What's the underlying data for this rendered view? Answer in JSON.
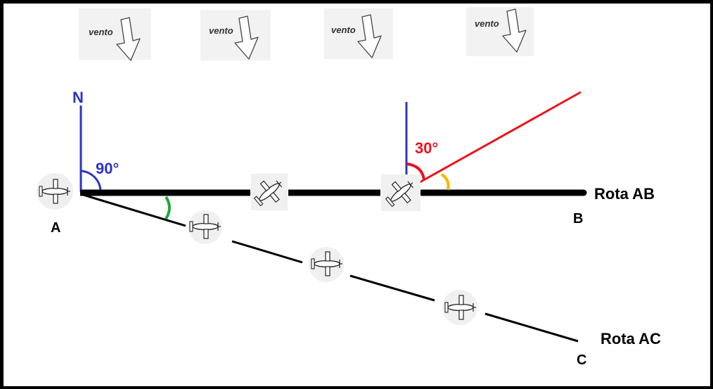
{
  "wind": {
    "label": "vento",
    "count": 4,
    "icon": "down-arrow-outline"
  },
  "north": {
    "label": "N"
  },
  "angles": {
    "north_to_ab": "90°",
    "north_to_heading": "30°"
  },
  "points": {
    "a": "A",
    "b": "B",
    "c": "C"
  },
  "routes": {
    "ab": "Rota AB",
    "ac": "Rota AC"
  },
  "colors": {
    "north_line": "#2b34c9",
    "heading_line": "#e8141c",
    "drift_arc_ac": "#1fa83c",
    "drift_arc_heading": "#f5b800",
    "route_line": "#000000"
  }
}
